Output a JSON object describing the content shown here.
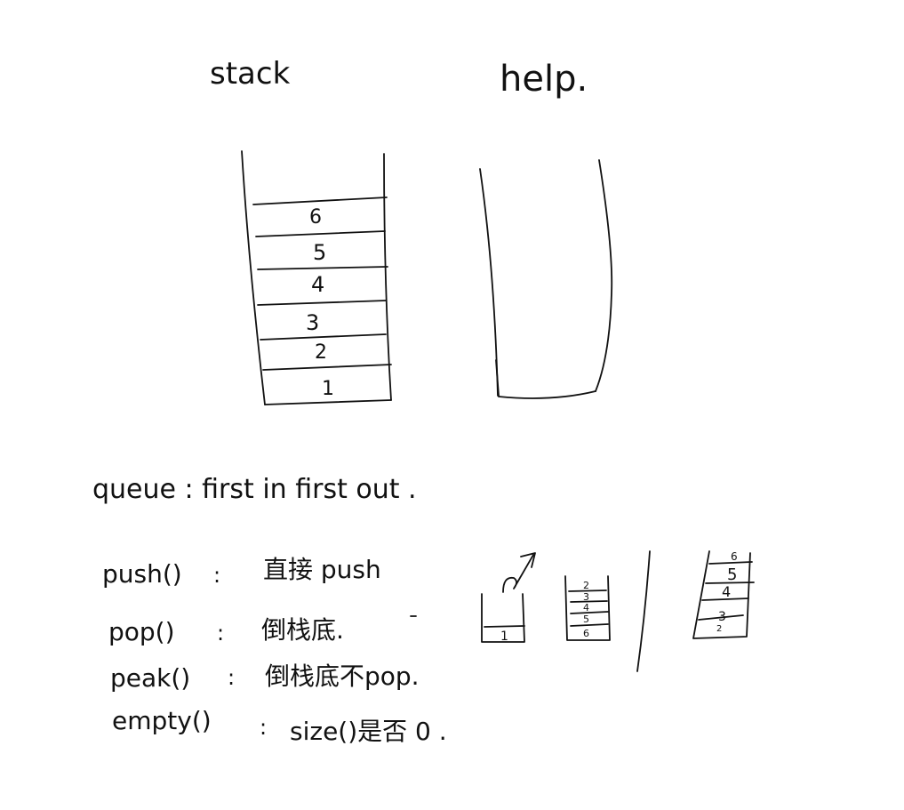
{
  "ink_color": "#111111",
  "background": "#ffffff",
  "titles": {
    "stack": "stack",
    "help": "help."
  },
  "stack_cells": [
    "6",
    "5",
    "4",
    "3",
    "2",
    "1"
  ],
  "queue_definition": "queue : first in first out .",
  "operations": [
    {
      "name": "push()",
      "sep": ":",
      "desc": "直接 push"
    },
    {
      "name": "pop()",
      "sep": ":",
      "desc": "倒栈底."
    },
    {
      "name": "peak()",
      "sep": ":",
      "desc": "倒栈底不pop."
    },
    {
      "name": "empty()",
      "sep": ":",
      "desc": "size()是否 0 ."
    }
  ],
  "small_sketch": {
    "first_stack": [
      "1"
    ],
    "second_stack": [
      "2",
      "3",
      "4",
      "5",
      "6"
    ],
    "third_stack": [
      "6",
      "5",
      "4",
      "3",
      "2"
    ]
  }
}
